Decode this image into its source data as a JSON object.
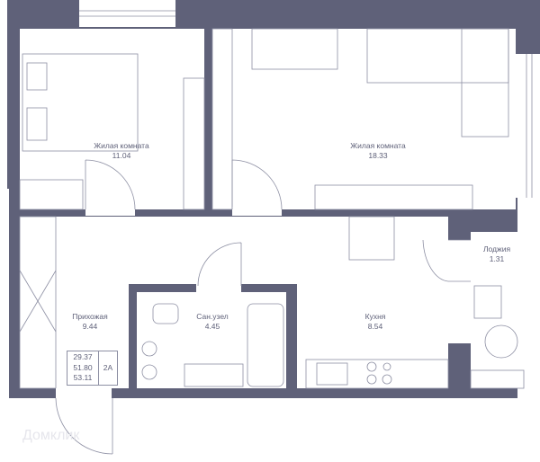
{
  "rooms": {
    "bedroom": {
      "name": "Жилая комната",
      "area": "11.04"
    },
    "living": {
      "name": "Жилая комната",
      "area": "18.33"
    },
    "hallway": {
      "name": "Прихожая",
      "area": "9.44"
    },
    "bathroom": {
      "name": "Сан.узел",
      "area": "4.45"
    },
    "kitchen": {
      "name": "Кухня",
      "area": "8.54"
    },
    "loggia": {
      "name": "Лоджия",
      "area": "1.31"
    }
  },
  "apartment": {
    "living_area": "29.37",
    "total_area": "51.80",
    "total_with_loggia": "53.11",
    "type": "2А"
  },
  "watermark": "Домклик",
  "colors": {
    "wall": "#5f6179",
    "line": "#8d8fa3"
  }
}
